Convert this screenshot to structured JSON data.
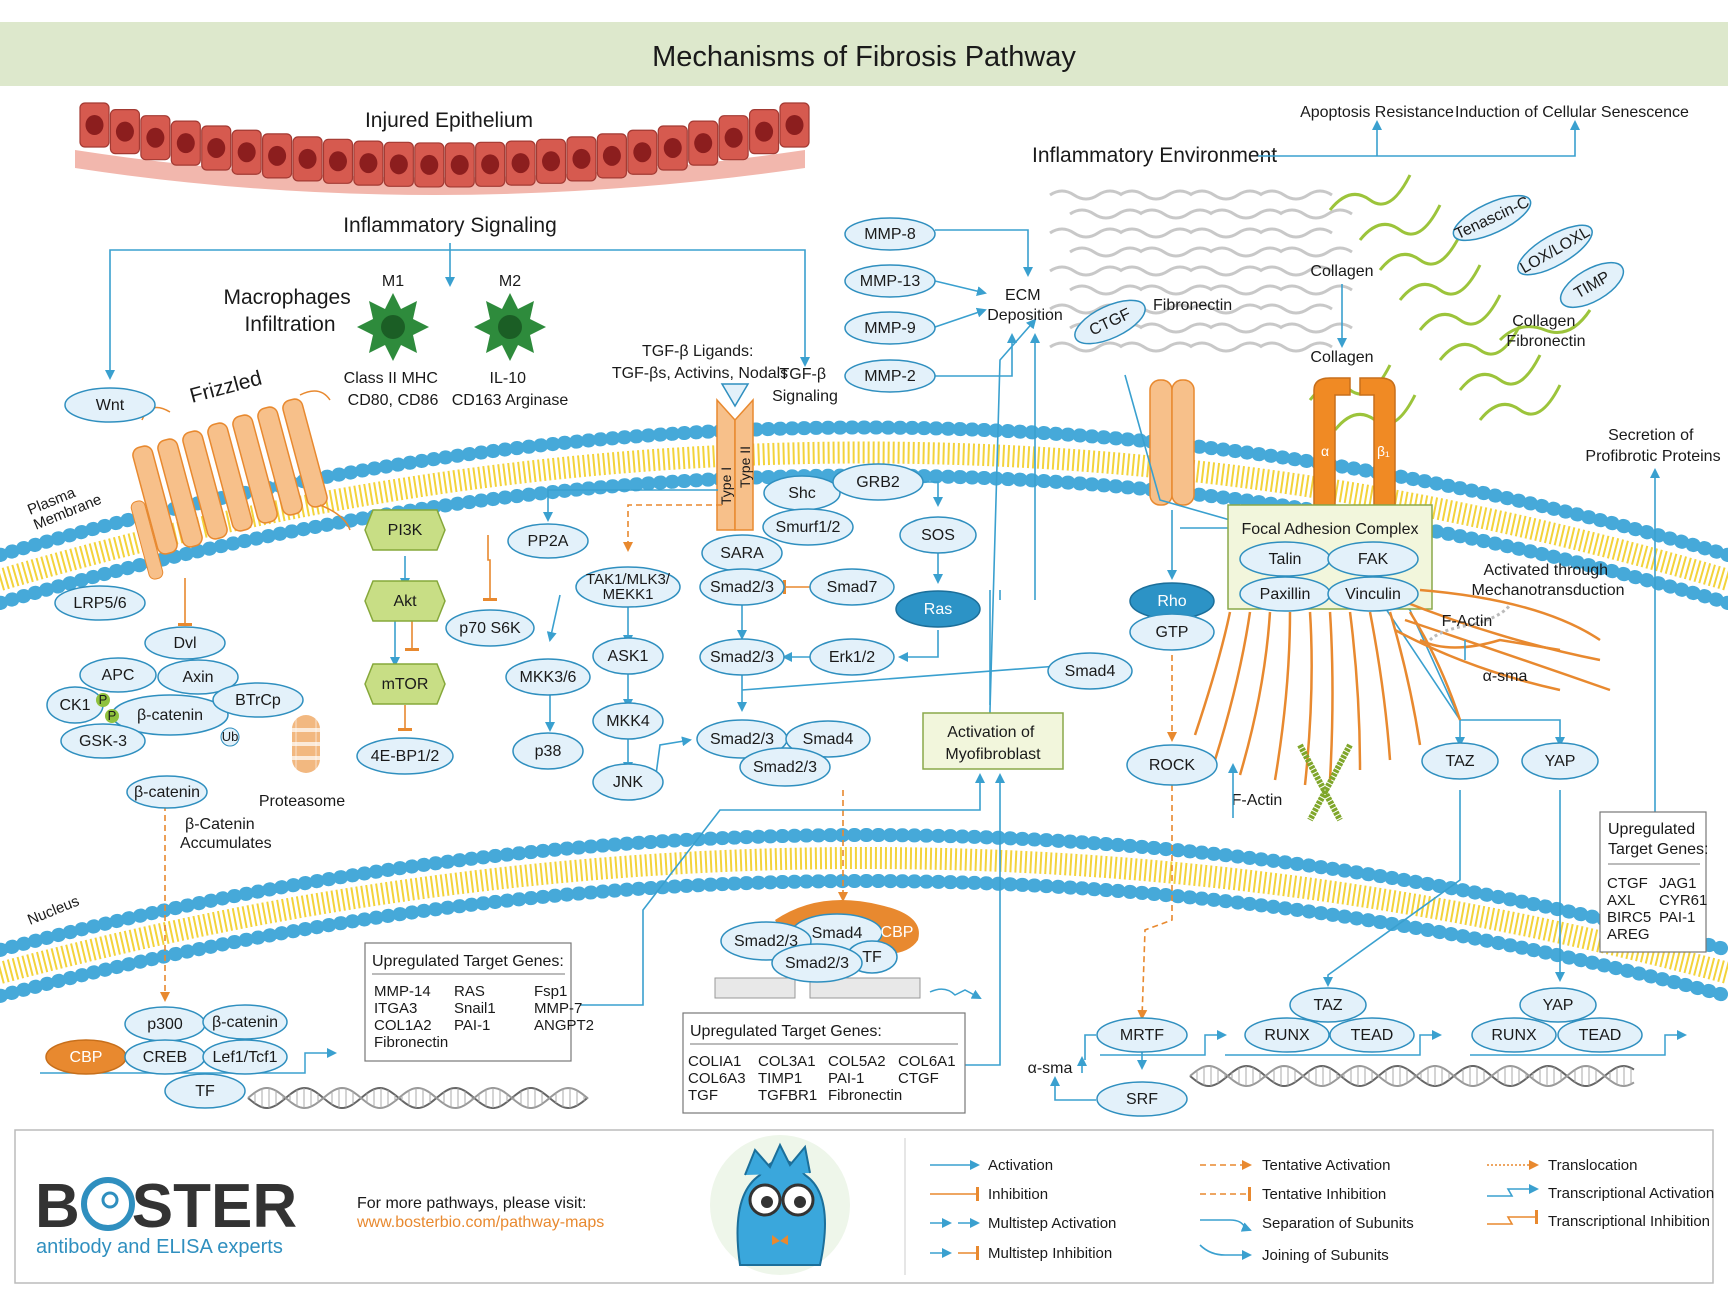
{
  "title": "Mechanisms of Fibrosis Pathway",
  "colors": {
    "header_bg": "#dde8cc",
    "activation": "#3aa0cf",
    "inhibition": "#e8892f",
    "node_fill": "#e3f1fa",
    "node_stroke": "#2f8fbf",
    "epithelium": "#c8463f",
    "membrane_head": "#46a9d9",
    "membrane_tail": "#f3d33b"
  },
  "labels": {
    "injured_epithelium": "Injured Epithelium",
    "inflammatory_signaling": "Inflammatory Signaling",
    "macrophages_line1": "Macrophages",
    "macrophages_line2": "Infiltration",
    "m1": "M1",
    "m2": "M2",
    "m1_markers_1": "Class II MHC",
    "m1_markers_2": "CD80, CD86",
    "m2_markers_1": "IL-10",
    "m2_markers_2": "CD163 Arginase",
    "frizzled": "Frizzled",
    "plasma_membrane_1": "Plasma",
    "plasma_membrane_2": "Membrane",
    "nucleus": "Nucleus",
    "tgf_ligands_1": "TGF-β Ligands:",
    "tgf_ligands_2": "TGF-βs, Activins, Nodals",
    "tgf_signaling_1": "TGF-β",
    "tgf_signaling_2": "Signaling",
    "type1": "Type I",
    "type2": "Type II",
    "ecm_1": "ECM",
    "ecm_2": "Deposition",
    "inflammatory_environment": "Inflammatory Environment",
    "apoptosis_resistance": "Apoptosis Resistance",
    "cellular_senescence": "Induction of Cellular Senescence",
    "fibronectin": "Fibronectin",
    "collagen_top": "Collagen",
    "collagen_mid": "Collagen",
    "collagen_fibronectin_1": "Collagen",
    "collagen_fibronectin_2": "Fibronectin",
    "alpha": "α",
    "beta1": "β₁",
    "focal_adhesion": "Focal Adhesion Complex",
    "mechano_1": "Activated through",
    "mechano_2": "Mechanotransduction",
    "secretion_1": "Secretion of",
    "secretion_2": "Profibrotic Proteins",
    "factin_1": "F-Actin",
    "factin_2": "F-Actin",
    "asma_1": "α-sma",
    "asma_2": "α-sma",
    "proteasome": "Proteasome",
    "bcat_accum_1": "β-Catenin",
    "bcat_accum_2": "Accumulates",
    "myofibroblast_1": "Activation of",
    "myofibroblast_2": "Myofibroblast",
    "p1": "P",
    "p2": "P",
    "ub": "Ub"
  },
  "nodes": {
    "mmp8": "MMP-8",
    "mmp13": "MMP-13",
    "mmp9": "MMP-9",
    "mmp2": "MMP-2",
    "wnt": "Wnt",
    "lrp56": "LRP5/6",
    "dvl": "Dvl",
    "apc": "APC",
    "axin": "Axin",
    "ck1": "CK1",
    "bcat": "β-catenin",
    "btrcp": "BTrCp",
    "gsk3": "GSK-3",
    "pi3k": "PI3K",
    "akt": "Akt",
    "mtor": "mTOR",
    "ebp": "4E-BP1/2",
    "pp2a": "PP2A",
    "p70": "p70 S6K",
    "shc": "Shc",
    "grb2": "GRB2",
    "smurf": "Smurf1/2",
    "sara": "SARA",
    "sos": "SOS",
    "ras": "Ras",
    "tak1": "TAK1/MLK3/",
    "tak1b": "MEKK1",
    "smad23a": "Smad2/3",
    "smad7": "Smad7",
    "smad23b": "Smad2/3",
    "erk": "Erk1/2",
    "ask1": "ASK1",
    "mkk36": "MKK3/6",
    "mkk4": "MKK4",
    "p38": "p38",
    "jnk": "JNK",
    "smad4a": "Smad4",
    "smad23c": "Smad2/3",
    "smad4b": "Smad4",
    "smad23d": "Smad2/3",
    "ctgf": "CTGF",
    "tenascin": "Tenascin-C",
    "lox": "LOX/LOXL",
    "timp": "TIMP",
    "rho": "Rho",
    "gtp": "GTP",
    "rock": "ROCK",
    "talin": "Talin",
    "fak": "FAK",
    "paxillin": "Paxillin",
    "vinculin": "Vinculin",
    "taz": "TAZ",
    "yap": "YAP",
    "bcat2": "β-catenin",
    "p300": "p300",
    "bcat3": "β-catenin",
    "cbp1": "CBP",
    "creb": "CREB",
    "lef": "Lef1/Tcf1",
    "tf1": "TF",
    "smad4n": "Smad4",
    "cbp2": "CBP",
    "smad23n1": "Smad2/3",
    "tf2": "TF",
    "smad23n2": "Smad2/3",
    "mrtf": "MRTF",
    "srf": "SRF",
    "taz2": "TAZ",
    "runx1": "RUNX",
    "tead1": "TEAD",
    "yap2": "YAP",
    "runx2": "RUNX",
    "tead2": "TEAD"
  },
  "gene_boxes": {
    "wnt_genes": {
      "title": "Upregulated Target Genes:",
      "col1": [
        "MMP-14",
        "ITGA3",
        "COL1A2",
        "Fibronectin"
      ],
      "col2": [
        "RAS",
        "Snail1",
        "PAI-1"
      ],
      "col3": [
        "Fsp1",
        "MMP-7",
        "ANGPT2"
      ]
    },
    "smad_genes": {
      "title": "Upregulated Target Genes:",
      "col1": [
        "COLIA1",
        "COL6A3",
        "TGF"
      ],
      "col2": [
        "COL3A1",
        "TIMP1",
        "TGFBR1"
      ],
      "col3": [
        "COL5A2",
        "PAI-1",
        "Fibronectin"
      ],
      "col4": [
        "COL6A1",
        "CTGF"
      ]
    },
    "yap_genes": {
      "title_1": "Upregulated",
      "title_2": "Target Genes:",
      "col1": [
        "CTGF",
        "AXL",
        "BIRC5",
        "AREG"
      ],
      "col2": [
        "JAG1",
        "CYR61",
        "PAI-1"
      ]
    }
  },
  "footer": {
    "brand_pre": "B",
    "brand_post": "STER",
    "tagline": "antibody and ELISA experts",
    "visit": "For more pathways, please visit:",
    "url": "www.bosterbio.com/pathway-maps",
    "legend": [
      "Activation",
      "Inhibition",
      "Multistep Activation",
      "Multistep Inhibition",
      "Tentative Activation",
      "Tentative Inhibition",
      "Separation of Subunits",
      "Joining of Subunits",
      "Translocation",
      "Transcriptional Activation",
      "Transcriptional Inhibition"
    ]
  }
}
